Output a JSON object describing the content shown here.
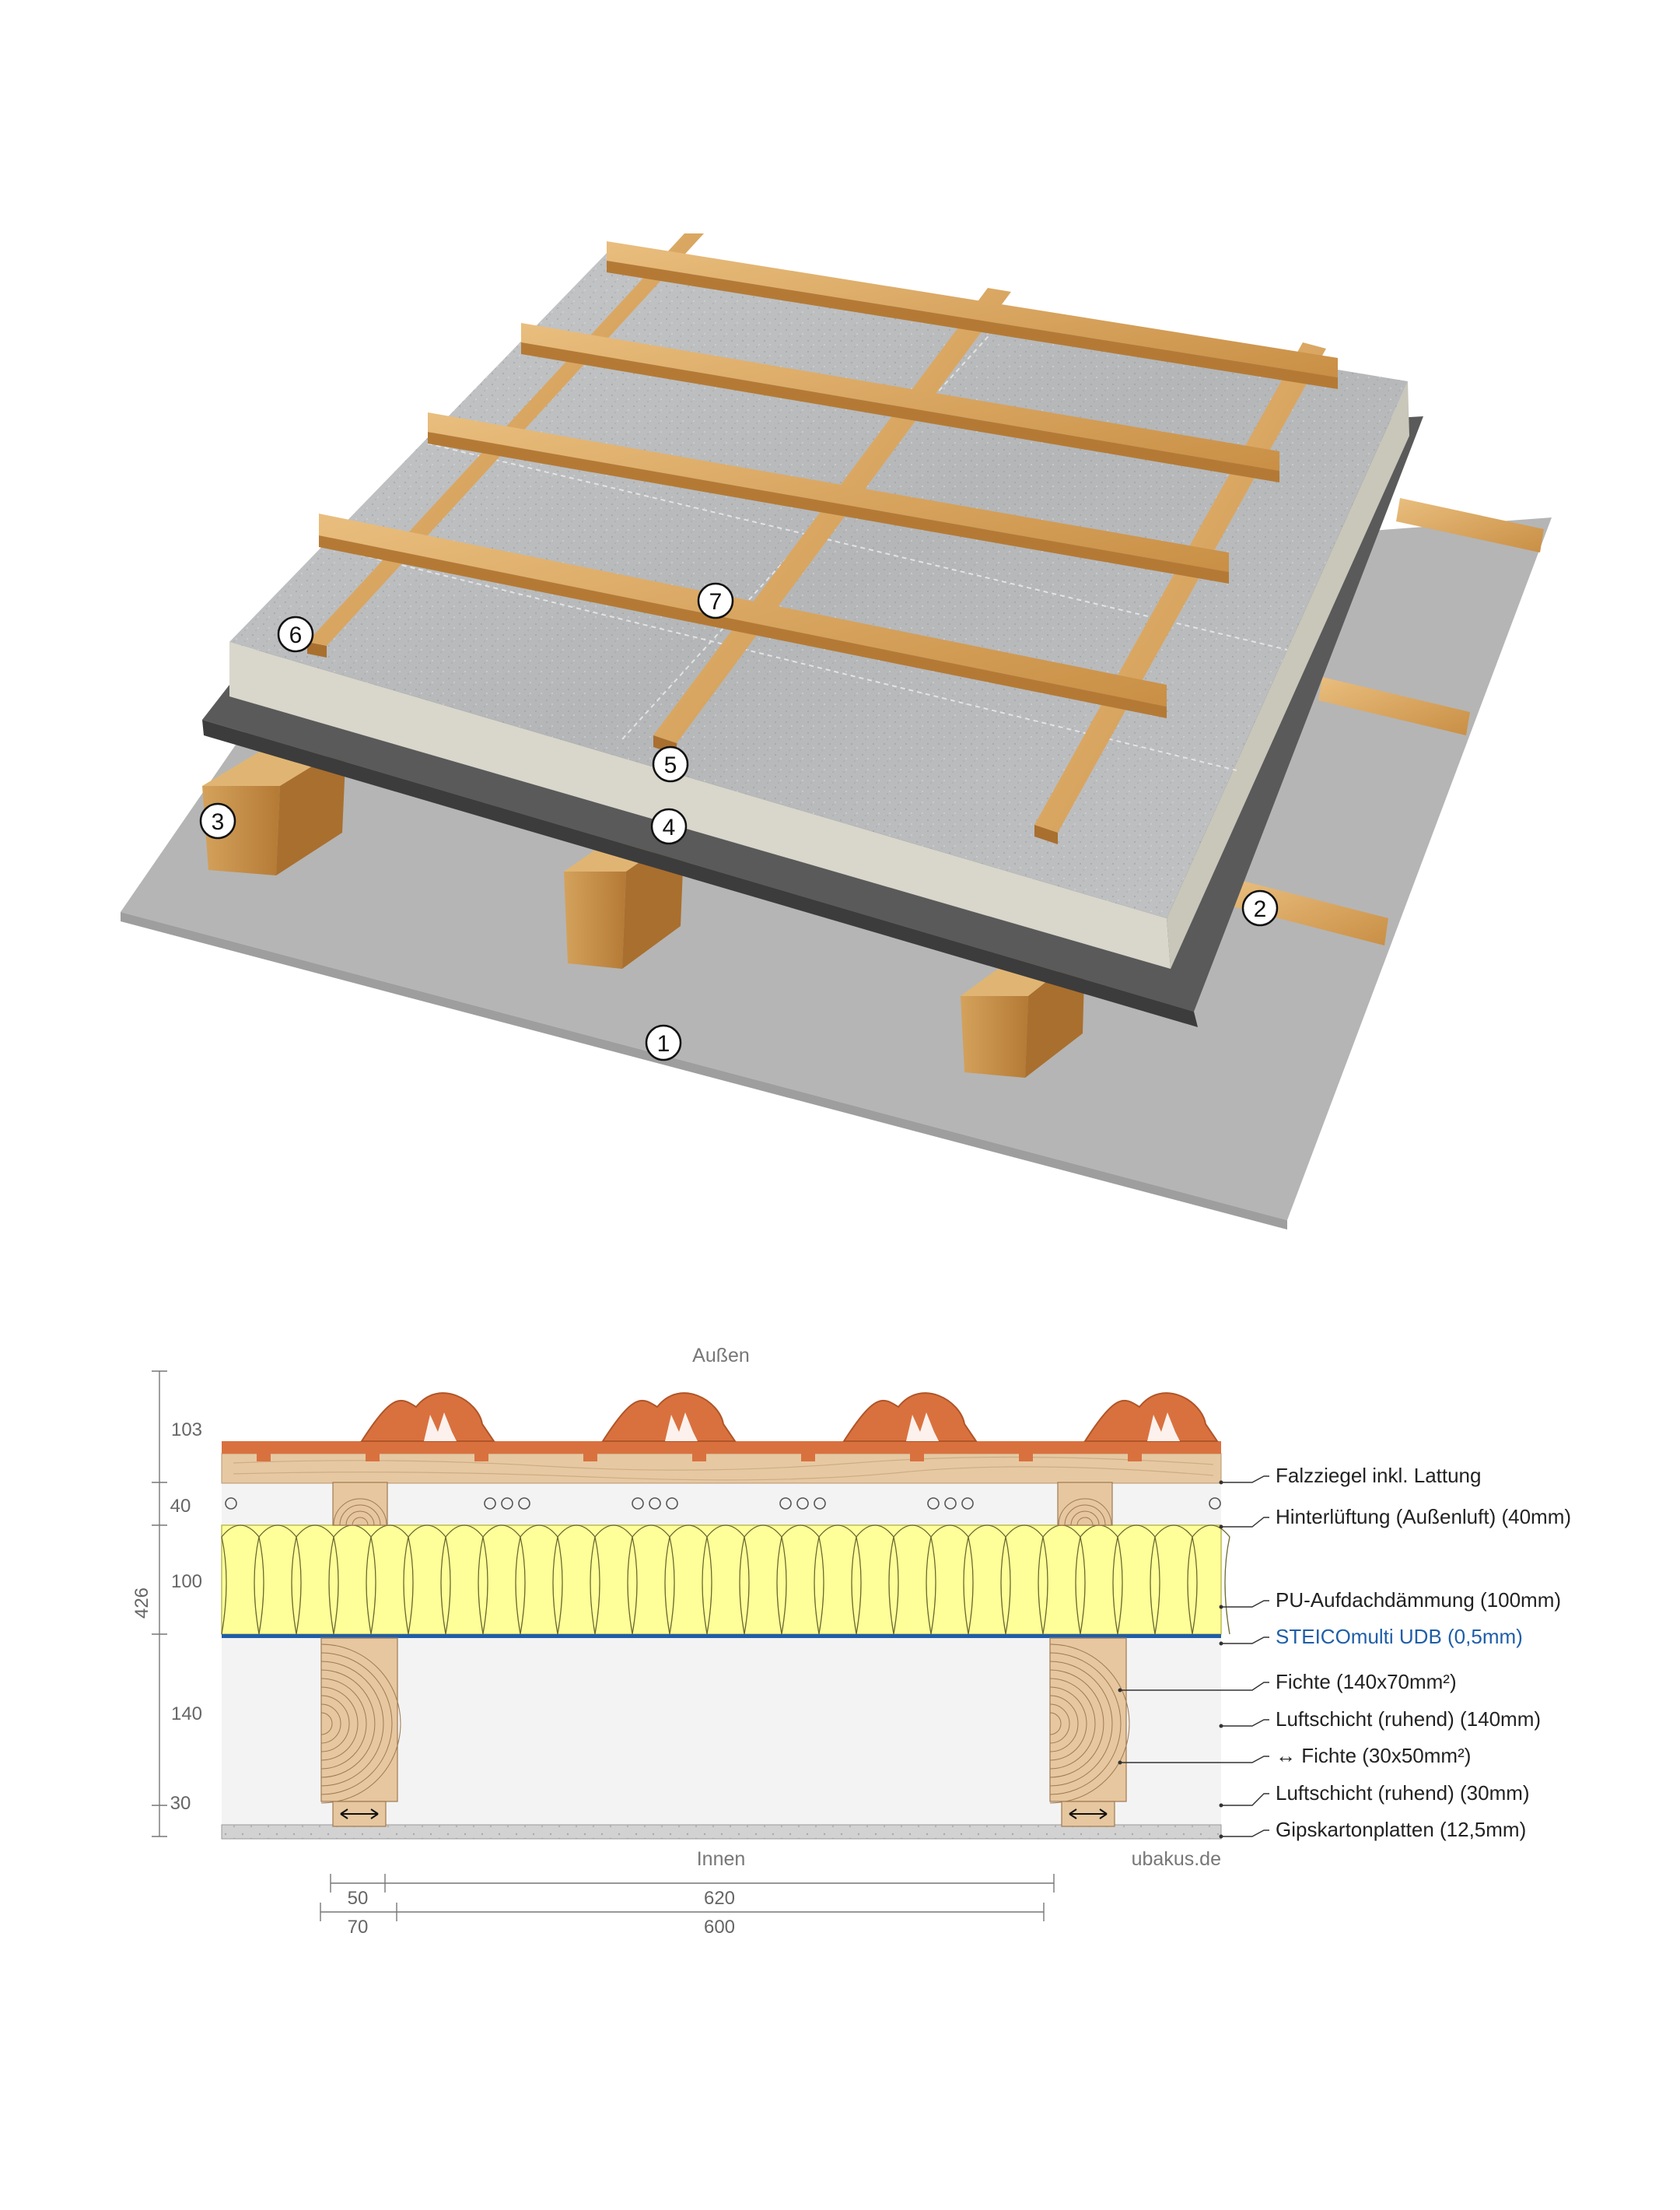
{
  "callouts": [
    "1",
    "2",
    "3",
    "4",
    "5",
    "6",
    "7"
  ],
  "section": {
    "outside_label": "Außen",
    "inside_label": "Innen",
    "brand": "ubakus.de",
    "layers": [
      {
        "label": "Falzziegel inkl. Lattung",
        "color": "#222222"
      },
      {
        "label": "Hinterlüftung (Außenluft) (40mm)",
        "color": "#222222"
      },
      {
        "label": "PU-Aufdachdämmung (100mm)",
        "color": "#222222"
      },
      {
        "label": "STEICOmulti UDB (0,5mm)",
        "color": "#1f5ea8"
      },
      {
        "label": "Fichte (140x70mm²)",
        "color": "#222222"
      },
      {
        "label": "Luftschicht (ruhend) (140mm)",
        "color": "#222222"
      },
      {
        "label": "↔ Fichte (30x50mm²)",
        "color": "#222222"
      },
      {
        "label": "Luftschicht (ruhend) (30mm)",
        "color": "#222222"
      },
      {
        "label": "Gipskartonplatten (12,5mm)",
        "color": "#222222"
      }
    ],
    "left_dims": [
      "103",
      "40",
      "100",
      "140",
      "30"
    ],
    "total_thickness": "426",
    "bottom_dims_row1": [
      "50",
      "620"
    ],
    "bottom_dims_row2": [
      "70",
      "600"
    ]
  },
  "colors": {
    "tile": "#d9713f",
    "batten_wood": "#e3c8a1",
    "insulation": "#ffff99",
    "membrane": "#1f5ea8",
    "air": "#f4f4f4",
    "gypsum": "#cfcfcf",
    "timber": "#e6c7a0"
  }
}
